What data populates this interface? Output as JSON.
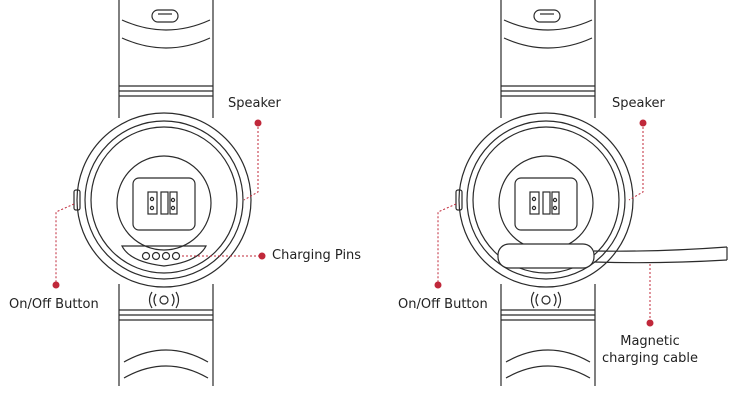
{
  "left_panel": {
    "speaker_label": "Speaker",
    "on_off_label": "On/Off Button",
    "charging_pins_label": "Charging Pins"
  },
  "right_panel": {
    "speaker_label": "Speaker",
    "on_off_label": "On/Off Button",
    "cable_label_line1": "Magnetic",
    "cable_label_line2": "charging cable"
  },
  "colors": {
    "line": "#2b2b2b",
    "callout_dot": "#c0283a",
    "callout_line": "#c0283a"
  },
  "icons": {
    "strap_logo": "sound-wave-logo-icon",
    "sensor": "heart-rate-sensor-icon"
  }
}
